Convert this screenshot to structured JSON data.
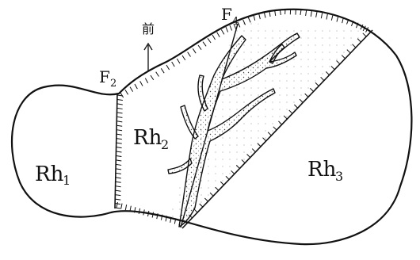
{
  "diagram": {
    "direction_label": "前",
    "labels": [
      {
        "base": "F",
        "sub": "2"
      },
      {
        "base": "F",
        "sub": "4"
      },
      {
        "base": "Rh",
        "sub": "1"
      },
      {
        "base": "Rh",
        "sub": "2"
      },
      {
        "base": "Rh",
        "sub": "3"
      }
    ]
  }
}
